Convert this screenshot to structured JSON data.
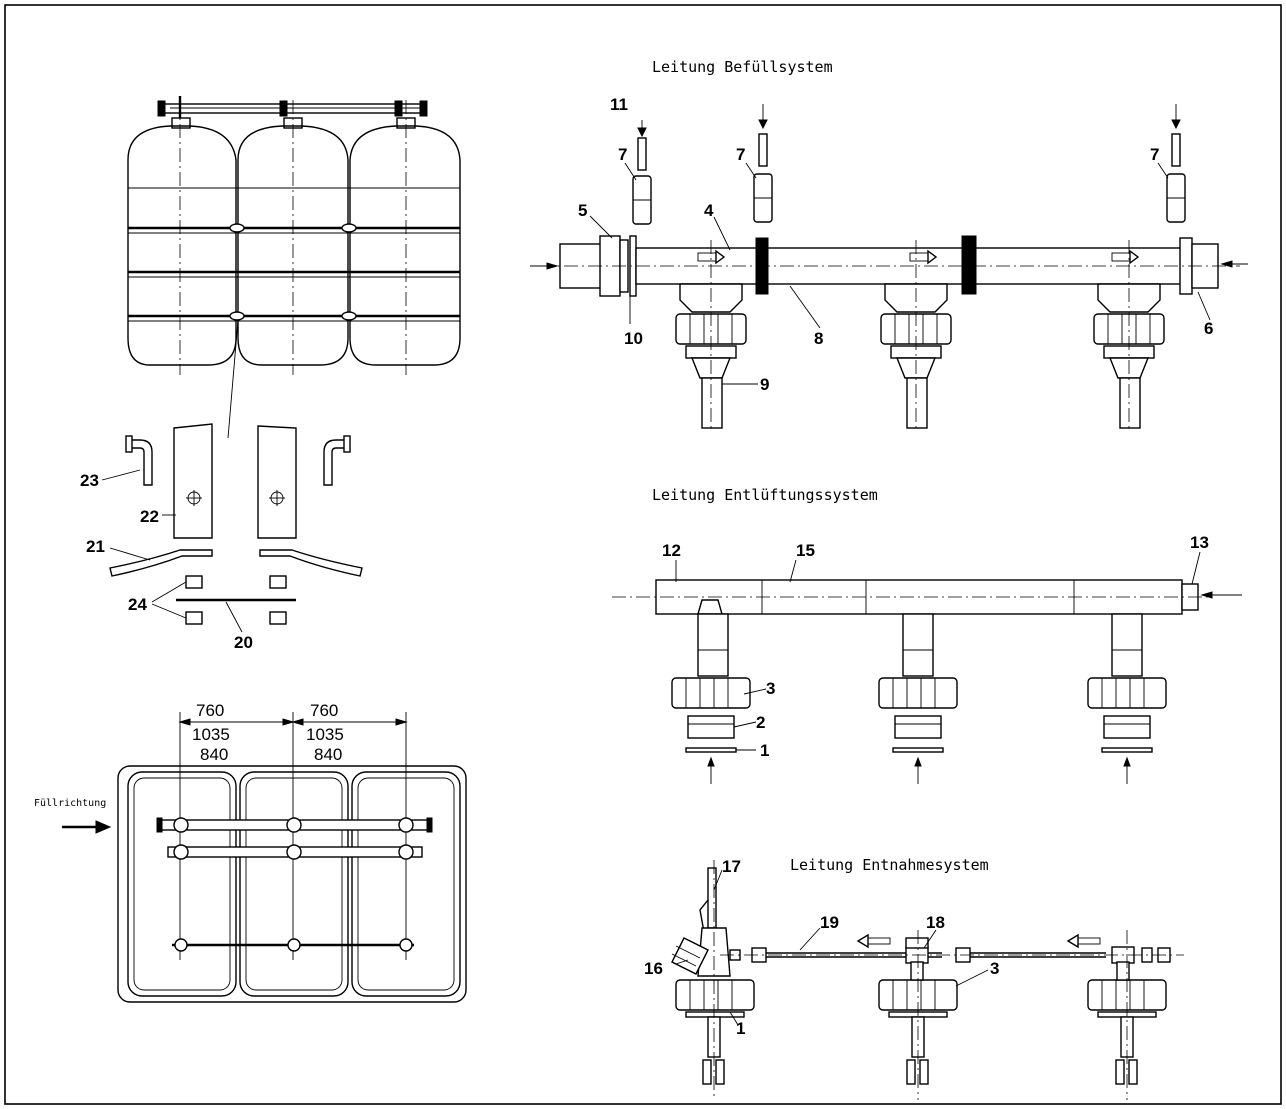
{
  "titles": {
    "fill_system": "Leitung Befüllsystem",
    "vent_system": "Leitung Entlüftungssystem",
    "extract_system": "Leitung Entnahmesystem"
  },
  "fill_direction": "Füllrichtung",
  "dimensions": {
    "left": [
      "760",
      "1035",
      "840"
    ],
    "right": [
      "760",
      "1035",
      "840"
    ]
  },
  "part_labels": {
    "p1a": "1",
    "p1b": "1",
    "p2": "2",
    "p3a": "3",
    "p3b": "3",
    "p4": "4",
    "p5": "5",
    "p6": "6",
    "p7a": "7",
    "p7b": "7",
    "p7c": "7",
    "p8": "8",
    "p9": "9",
    "p10": "10",
    "p11": "11",
    "p12": "12",
    "p13": "13",
    "p15": "15",
    "p16": "16",
    "p17": "17",
    "p18": "18",
    "p19": "19",
    "p20": "20",
    "p21": "21",
    "p22": "22",
    "p23": "23",
    "p24": "24"
  },
  "colors": {
    "ink": "#000000",
    "paper": "#ffffff"
  }
}
